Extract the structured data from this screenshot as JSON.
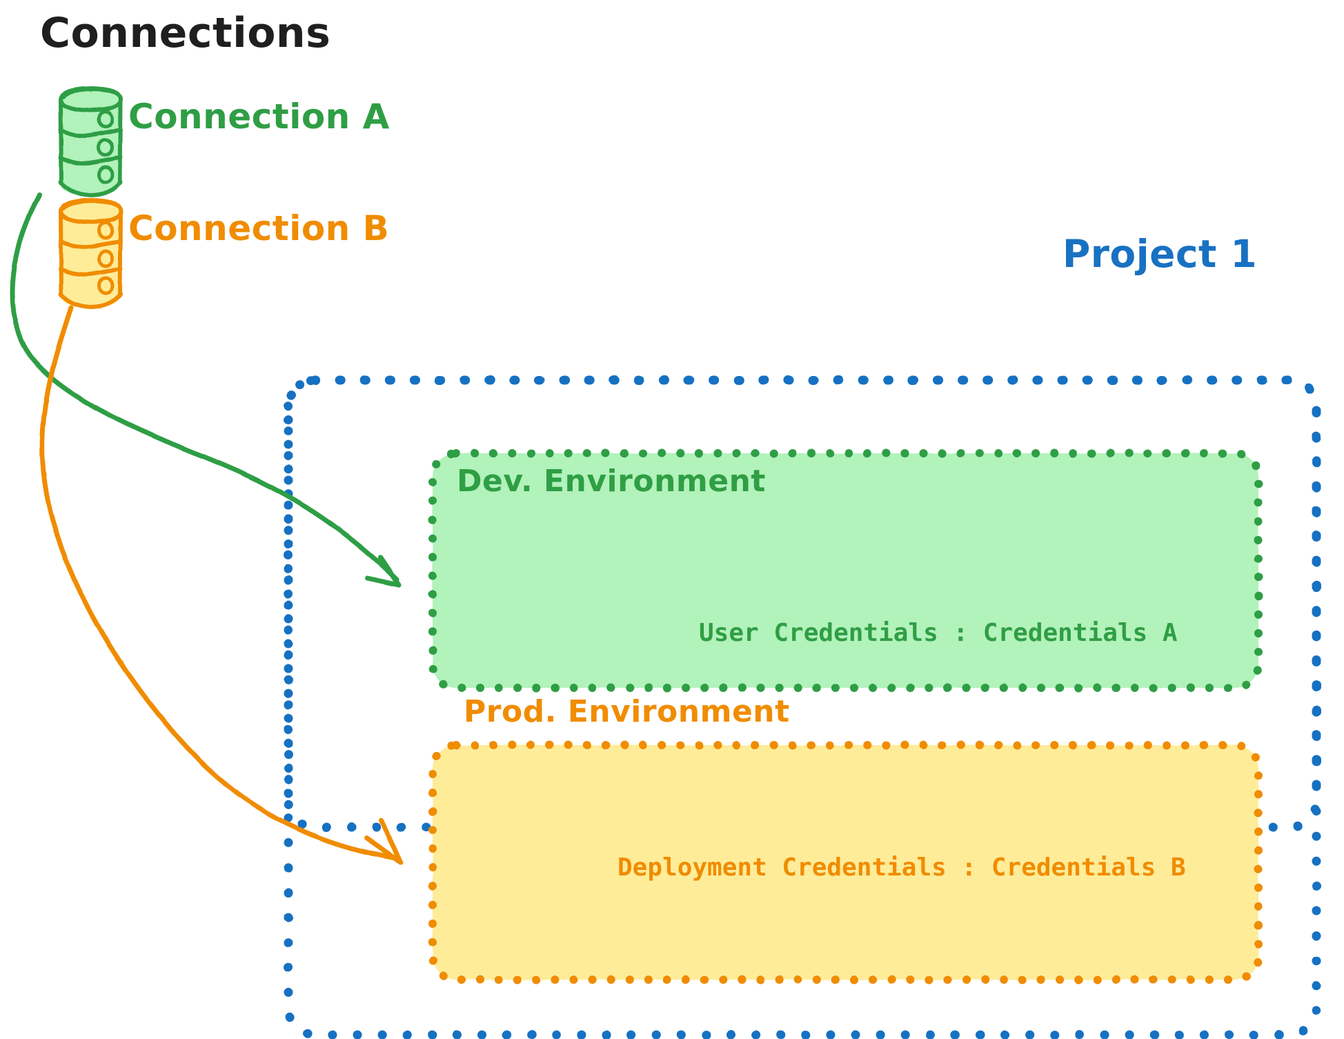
{
  "diagram": {
    "type": "architecture-diagram",
    "style": "hand-drawn-excalidraw",
    "background": "#ffffff",
    "title": "Connections"
  },
  "header": {
    "title": "Connections",
    "color": "#1f1f1f"
  },
  "connections": [
    {
      "id": "connection-a",
      "label": "Connection A",
      "color": "#2f9e44",
      "fill": "#b2f2bb",
      "icon": "database-cylinder-icon",
      "targets": "dev-environment"
    },
    {
      "id": "connection-b",
      "label": "Connection B",
      "color": "#f08c00",
      "fill": "#ffec99",
      "icon": "database-cylinder-icon",
      "targets": "prod-environment"
    }
  ],
  "project": {
    "label": "Project 1",
    "color": "#1971c2",
    "border_style": "dotted",
    "environments": [
      {
        "id": "dev-environment",
        "name": "Dev. Environment",
        "credential_label": "User Credentials",
        "credential_separator": ":",
        "credential_value": "Credentials A",
        "credential_line": "User Credentials : Credentials A",
        "stroke": "#2f9e44",
        "fill": "#b2f2bb",
        "border_style": "dotted"
      },
      {
        "id": "prod-environment",
        "name": "Prod. Environment",
        "credential_label": "Deployment Credentials",
        "credential_separator": ":",
        "credential_value": "Credentials B",
        "credential_line": "Deployment Credentials : Credentials B",
        "stroke": "#f08c00",
        "fill": "#ffec99",
        "border_style": "dotted"
      }
    ]
  },
  "arrows": [
    {
      "id": "arrow-conn-a-to-dev",
      "from": "connection-a",
      "to": "dev-environment",
      "color": "#2f9e44"
    },
    {
      "id": "arrow-conn-b-to-prod",
      "from": "connection-b",
      "to": "prod-environment",
      "color": "#f08c00"
    }
  ],
  "palette": {
    "green_stroke": "#2f9e44",
    "green_fill": "#b2f2bb",
    "orange_stroke": "#f08c00",
    "orange_fill": "#ffec99",
    "blue_stroke": "#1971c2",
    "black": "#1f1f1f"
  }
}
